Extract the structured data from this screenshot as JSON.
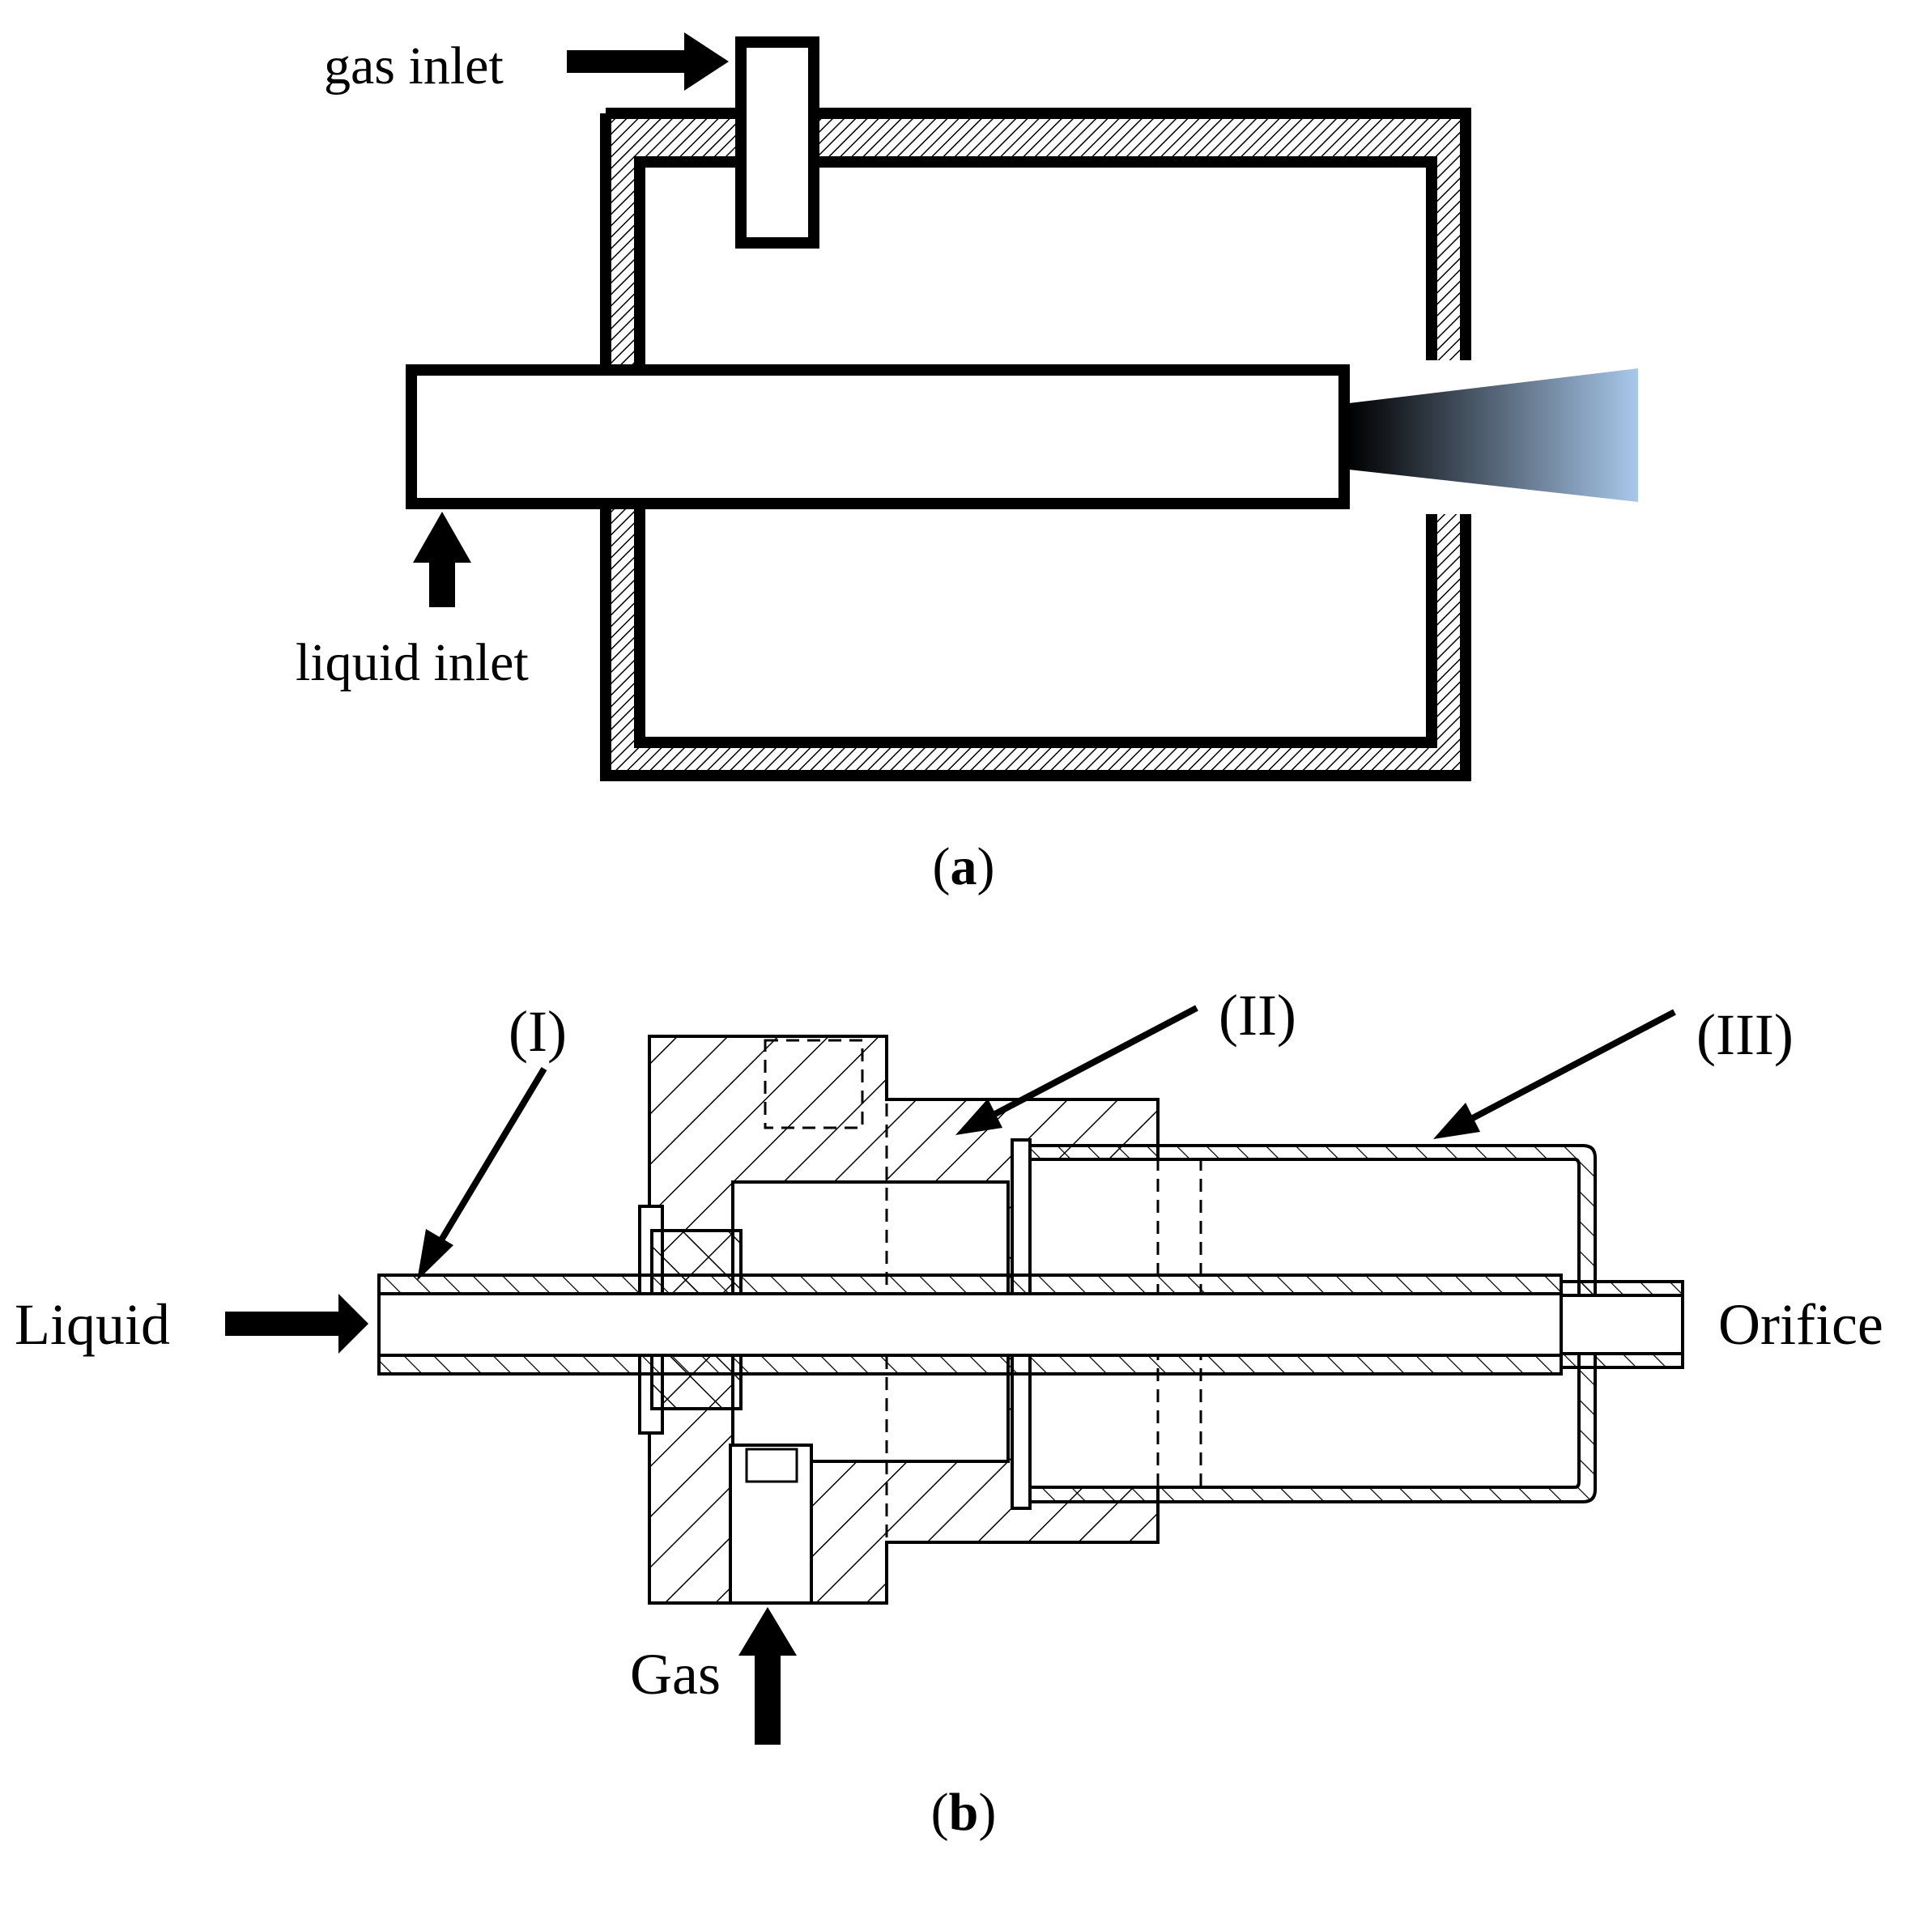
{
  "panel_a": {
    "gas_inlet_label": "gas inlet",
    "liquid_inlet_label": "liquid inlet",
    "caption_open": "(",
    "caption_letter": "a",
    "caption_close": ")"
  },
  "panel_b": {
    "callout_1": "(I)",
    "callout_2": "(II)",
    "callout_3": "(III)",
    "liquid_label": "Liquid",
    "gas_label": "Gas",
    "orifice_label": "Orifice",
    "caption_open": "(",
    "caption_letter": "b",
    "caption_close": ")"
  },
  "colors": {
    "line": "#000000",
    "spray_end": "#a8c8ec",
    "background": "#ffffff"
  }
}
